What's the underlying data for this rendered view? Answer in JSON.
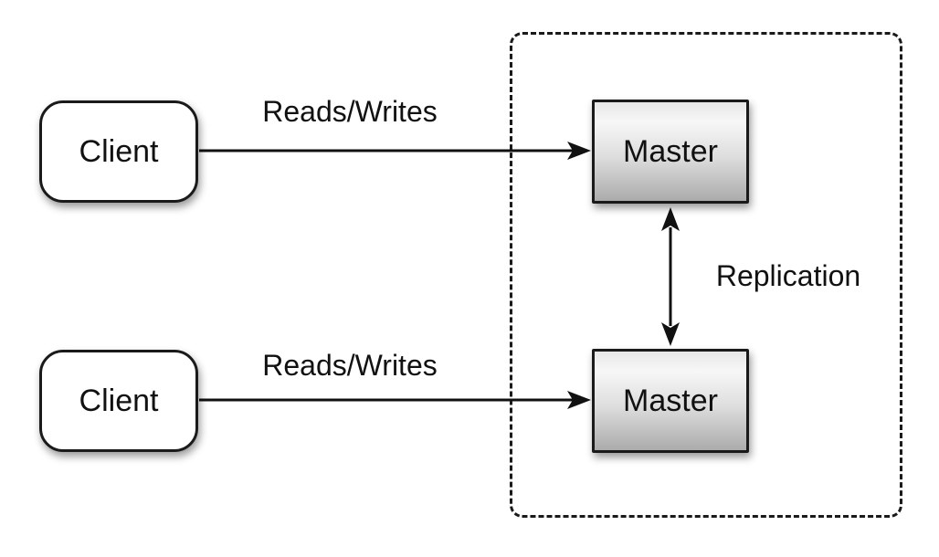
{
  "diagram": {
    "type": "architecture-diagram",
    "description": "Two clients performing reads/writes to two replicated master nodes",
    "background": "#ffffff",
    "nodes": {
      "client_top": {
        "label": "Client",
        "shape": "rounded-rectangle",
        "fill": "#ffffff",
        "border": "#1a1a1a"
      },
      "client_bottom": {
        "label": "Client",
        "shape": "rounded-rectangle",
        "fill": "#ffffff",
        "border": "#1a1a1a"
      },
      "master_top": {
        "label": "Master",
        "shape": "rectangle",
        "fill_gradient_top": "#f7f7f7",
        "fill_gradient_bottom": "#ababab",
        "border": "#1a1a1a"
      },
      "master_bottom": {
        "label": "Master",
        "shape": "rectangle",
        "fill_gradient_top": "#f7f7f7",
        "fill_gradient_bottom": "#ababab",
        "border": "#1a1a1a"
      }
    },
    "edges": {
      "reads_writes_top": {
        "label": "Reads/Writes",
        "from": "client_top",
        "to": "master_top",
        "arrowheads": "end"
      },
      "reads_writes_bottom": {
        "label": "Reads/Writes",
        "from": "client_bottom",
        "to": "master_bottom",
        "arrowheads": "end"
      },
      "replication": {
        "label": "Replication",
        "from": "master_top",
        "to": "master_bottom",
        "arrowheads": "both"
      }
    },
    "groups": {
      "replication_cluster": {
        "members": [
          "master_top",
          "master_bottom"
        ],
        "border_style": "dashed",
        "border_color": "#1a1a1a"
      }
    },
    "colors": {
      "line": "#111111",
      "text": "#111111",
      "background": "#ffffff"
    }
  }
}
